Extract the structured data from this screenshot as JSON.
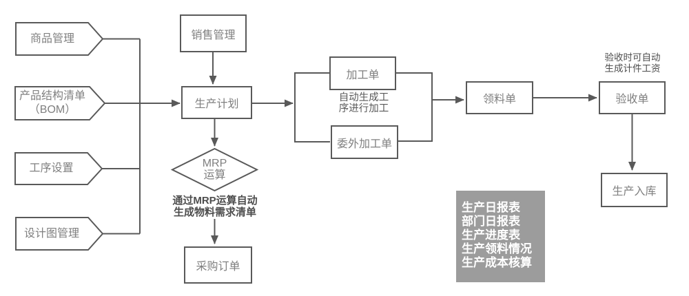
{
  "inputs": [
    {
      "label": "商品管理"
    },
    {
      "label": "产品结构清单\n（BOM）"
    },
    {
      "label": "工序设置"
    },
    {
      "label": "设计图管理"
    }
  ],
  "nodes": {
    "sales": "销售管理",
    "production_plan": "生产计划",
    "mrp": "MRP\n运算",
    "purchase_order": "采购订单",
    "work_order": "加工单",
    "outsourcing_order": "委外加工单",
    "material_requisition": "领料单",
    "acceptance": "验收单",
    "production_warehouse": "生产入库"
  },
  "annotations": {
    "mrp_note": "通过MRP运算自动\n生成物料需求清单",
    "process_note": "自动生成工\n序进行加工",
    "acceptance_note": "验收时可自动\n生成计件工资"
  },
  "reports": [
    "生产日报表",
    "部门日报表",
    "生产进度表",
    "生产领料情况",
    "生产成本核算"
  ],
  "colors": {
    "line": "#595959",
    "label_text": "#7f7f7f",
    "note_text": "#4d4d4d",
    "reports_bg": "#9c9c9c",
    "reports_text": "#ffffff"
  }
}
